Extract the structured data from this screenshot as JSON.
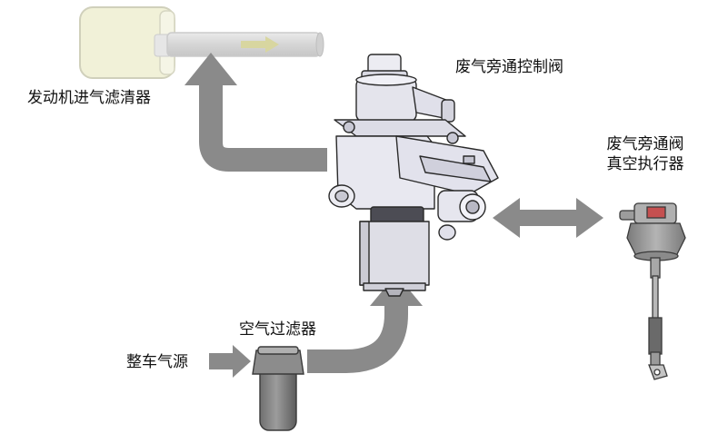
{
  "labels": {
    "engine_air_filter": "发动机进气滤清器",
    "wastegate_control_valve": "废气旁通控制阀",
    "wastegate_actuator_line1": "废气旁通阀",
    "wastegate_actuator_line2": "真空执行器",
    "air_filter": "空气过滤器",
    "vehicle_air_source": "整车气源"
  },
  "colors": {
    "flow_arrow": "#8a8a8a",
    "valve_body": "#e6e6ec",
    "valve_outline": "#2a2a2a",
    "filter_housing": "#efefd0",
    "pipe": "#d2d2d2",
    "actuator_body": "#9a9a9a",
    "actuator_label": "#b84040"
  },
  "icons": {
    "engine_air_filter": "intake-air-filter-icon",
    "valve": "solenoid-valve-icon",
    "actuator": "vacuum-actuator-icon",
    "air_filter": "inline-air-filter-icon"
  }
}
